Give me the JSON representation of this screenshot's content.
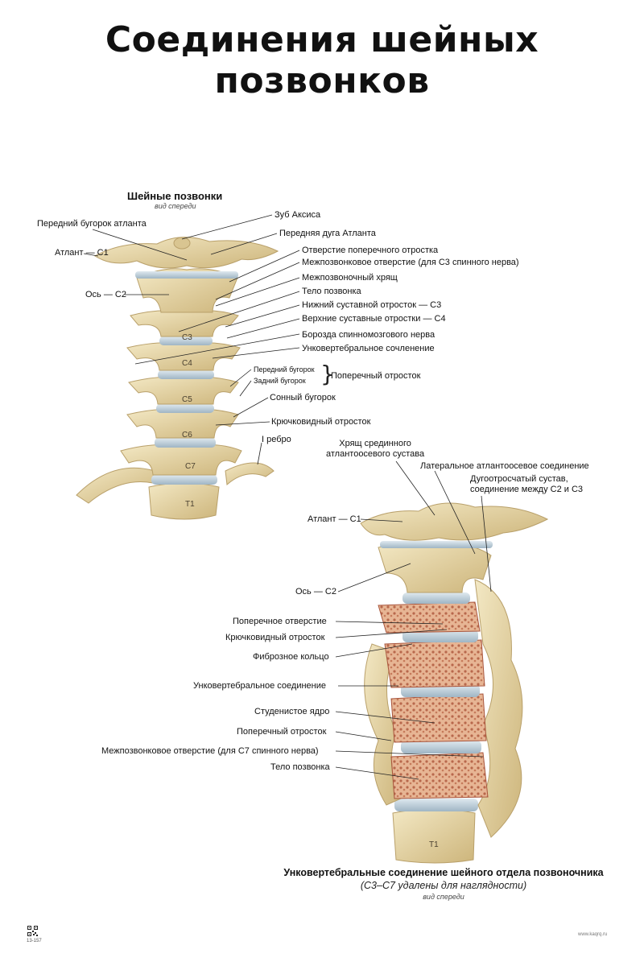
{
  "title": "Соединения шейных позвонков",
  "figure1": {
    "heading": "Шейные позвонки",
    "subheading": "вид спереди",
    "labels": {
      "anterior_tubercle_atlas": "Передний бугорок атланта",
      "dens": "Зуб Аксиса",
      "anterior_arch": "Передняя дуга Атланта",
      "atlas_c1": "Атлант — C1",
      "transverse_foramen": "Отверстие поперечного отростка",
      "intervertebral_foramen": "Межпозвонковое отверстие (для C3 спинного нерва)",
      "intervertebral_disc": "Межпозвоночный хрящ",
      "axis_c2": "Ось — C2",
      "vertebral_body": "Тело позвонка",
      "inferior_articular": "Нижний суставной отросток — C3",
      "superior_articular": "Верхние суставные отростки — C4",
      "spinal_nerve_groove": "Борозда спинномозгового нерва",
      "uncovertebral_joint": "Унковертебральное сочленение",
      "anterior_tubercle": "Передний бугорок",
      "posterior_tubercle": "Задний бугорок",
      "transverse_process": "Поперечный отросток",
      "carotid_tubercle": "Сонный бугорок",
      "uncinate_process": "Крючковидный отросток",
      "first_rib": "I ребро"
    },
    "vertebra_marks": [
      "C3",
      "C4",
      "C5",
      "C6",
      "C7",
      "T1"
    ]
  },
  "figure2": {
    "labels": {
      "median_atlantoaxial": "Хрящ срединного\nатлантоосевого сустава",
      "lateral_atlantoaxial": "Латеральное атлантоосевое соединение",
      "zygapophyseal": "Дугоотросчатый сустав,\nсоединение между C2 и C3",
      "atlas_c1": "Атлант — C1",
      "axis_c2": "Ось — C2",
      "transverse_foramen": "Поперечное отверстие",
      "uncinate_process": "Крючковидный отросток",
      "annulus": "Фиброзное кольцо",
      "uncovertebral": "Унковертебральное соединение",
      "nucleus": "Студенистое ядро",
      "transverse_process": "Поперечный отросток",
      "intervertebral_foramen_c7": "Межпозвонковое отверстие (для C7 спинного нерва)",
      "vertebral_body": "Тело позвонка"
    },
    "vertebra_marks": [
      "T1"
    ],
    "caption_title": "Унковертебральные соединение шейного отдела позвоночника",
    "caption_note": "(C3–C7 удалены для наглядности)",
    "caption_view": "вид спереди"
  },
  "footer": {
    "code": "13-157",
    "site": "www.kaqrq.ru"
  },
  "colors": {
    "bone": "#e8d9a8",
    "bone_shade": "#c9b37a",
    "disc": "#b9cbd6",
    "cancellous": "#d59a7a",
    "line": "#222222"
  }
}
